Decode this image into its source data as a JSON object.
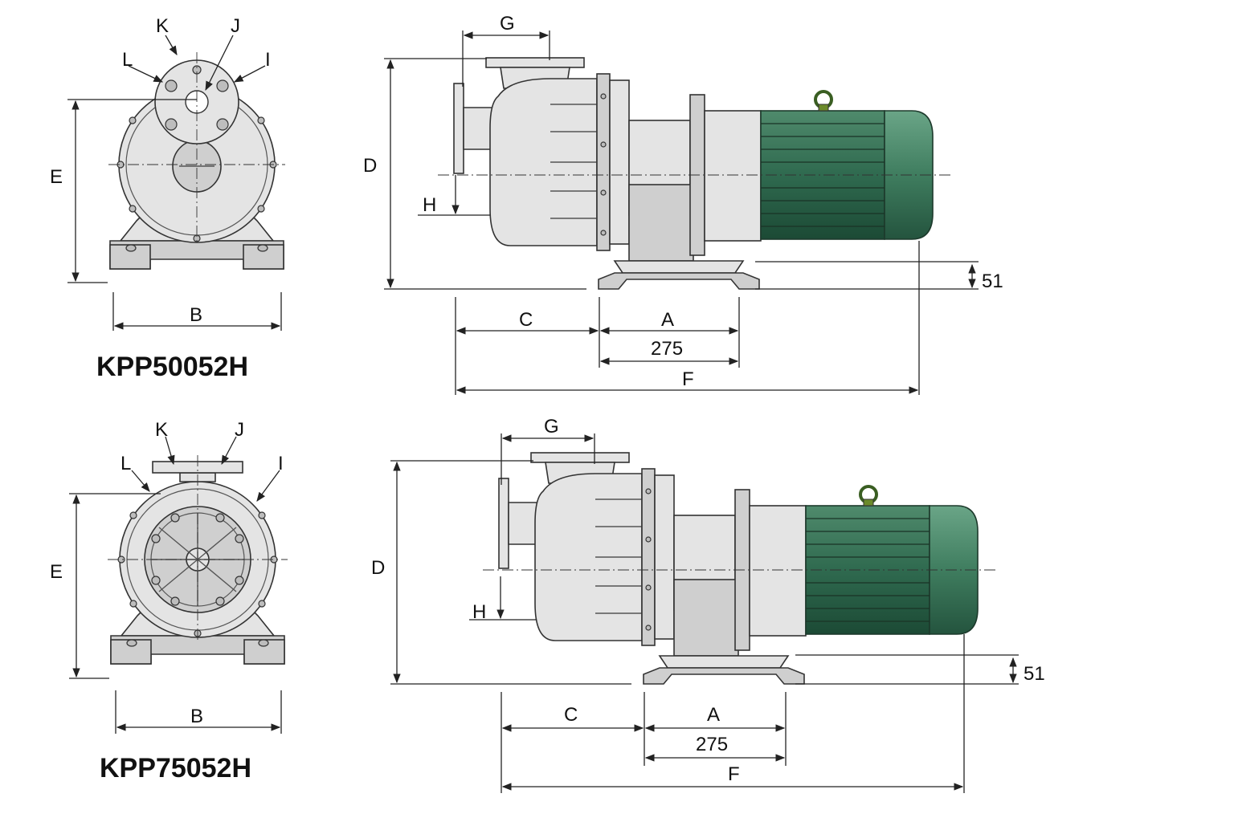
{
  "models": [
    {
      "name": "KPP50052H",
      "front_labels": {
        "k": "K",
        "j": "J",
        "l": "L",
        "i": "I",
        "e": "E",
        "b": "B"
      },
      "side_labels": {
        "g": "G",
        "d": "D",
        "h": "H",
        "c": "C",
        "a": "A",
        "f": "F",
        "foot_height": "51",
        "foot_span": "275"
      }
    },
    {
      "name": "KPP75052H",
      "front_labels": {
        "k": "K",
        "j": "J",
        "l": "L",
        "i": "I",
        "e": "E",
        "b": "B"
      },
      "side_labels": {
        "g": "G",
        "d": "D",
        "h": "H",
        "c": "C",
        "a": "A",
        "f": "F",
        "foot_height": "51",
        "foot_span": "275"
      }
    }
  ],
  "colors": {
    "motor": "#2f6a4f",
    "pump_body": "#e4e4e4",
    "line": "#222222"
  }
}
